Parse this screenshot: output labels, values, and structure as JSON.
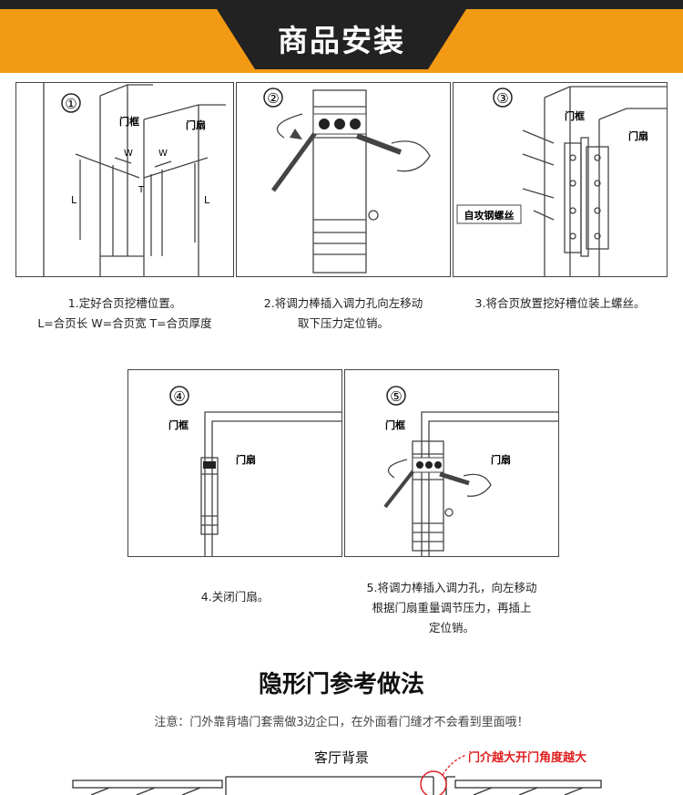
{
  "header": {
    "title": "商品安装"
  },
  "steps": [
    {
      "num": "①",
      "labels": {
        "frame": "门框",
        "leaf": "门扇",
        "w1": "W",
        "w2": "W",
        "t": "T",
        "l1": "L",
        "l2": "L"
      },
      "caption_lines": [
        "1.定好合页挖槽位置。",
        "L=合页长  W=合页宽  T=合页厚度"
      ]
    },
    {
      "num": "②",
      "caption_lines": [
        "2.将调力棒插入调力孔向左移动",
        "取下压力定位销。"
      ]
    },
    {
      "num": "③",
      "labels": {
        "frame": "门框",
        "leaf": "门扇",
        "screw": "自攻钢螺丝"
      },
      "caption_lines": [
        "3.将合页放置挖好槽位装上螺丝。"
      ]
    },
    {
      "num": "④",
      "labels": {
        "frame": "门框",
        "leaf": "门扇"
      },
      "caption_lines": [
        "4.关闭门扇。"
      ]
    },
    {
      "num": "⑤",
      "labels": {
        "frame": "门框",
        "leaf": "门扇"
      },
      "caption_lines": [
        "5.将调力棒插入调力孔，向左移动",
        "根据门扇重量调节压力，再插上",
        "定位销。"
      ]
    }
  ],
  "section2": {
    "title": "隐形门参考做法",
    "note": "注意：门外靠背墙门套需做3边企口，在外面看门缝才不会看到里面哦！",
    "diagram_label": "客厅背景",
    "callout": "门介越大开门角度越大"
  },
  "colors": {
    "orange": "#f39a14",
    "dark": "#222222",
    "red": "#e02020"
  }
}
